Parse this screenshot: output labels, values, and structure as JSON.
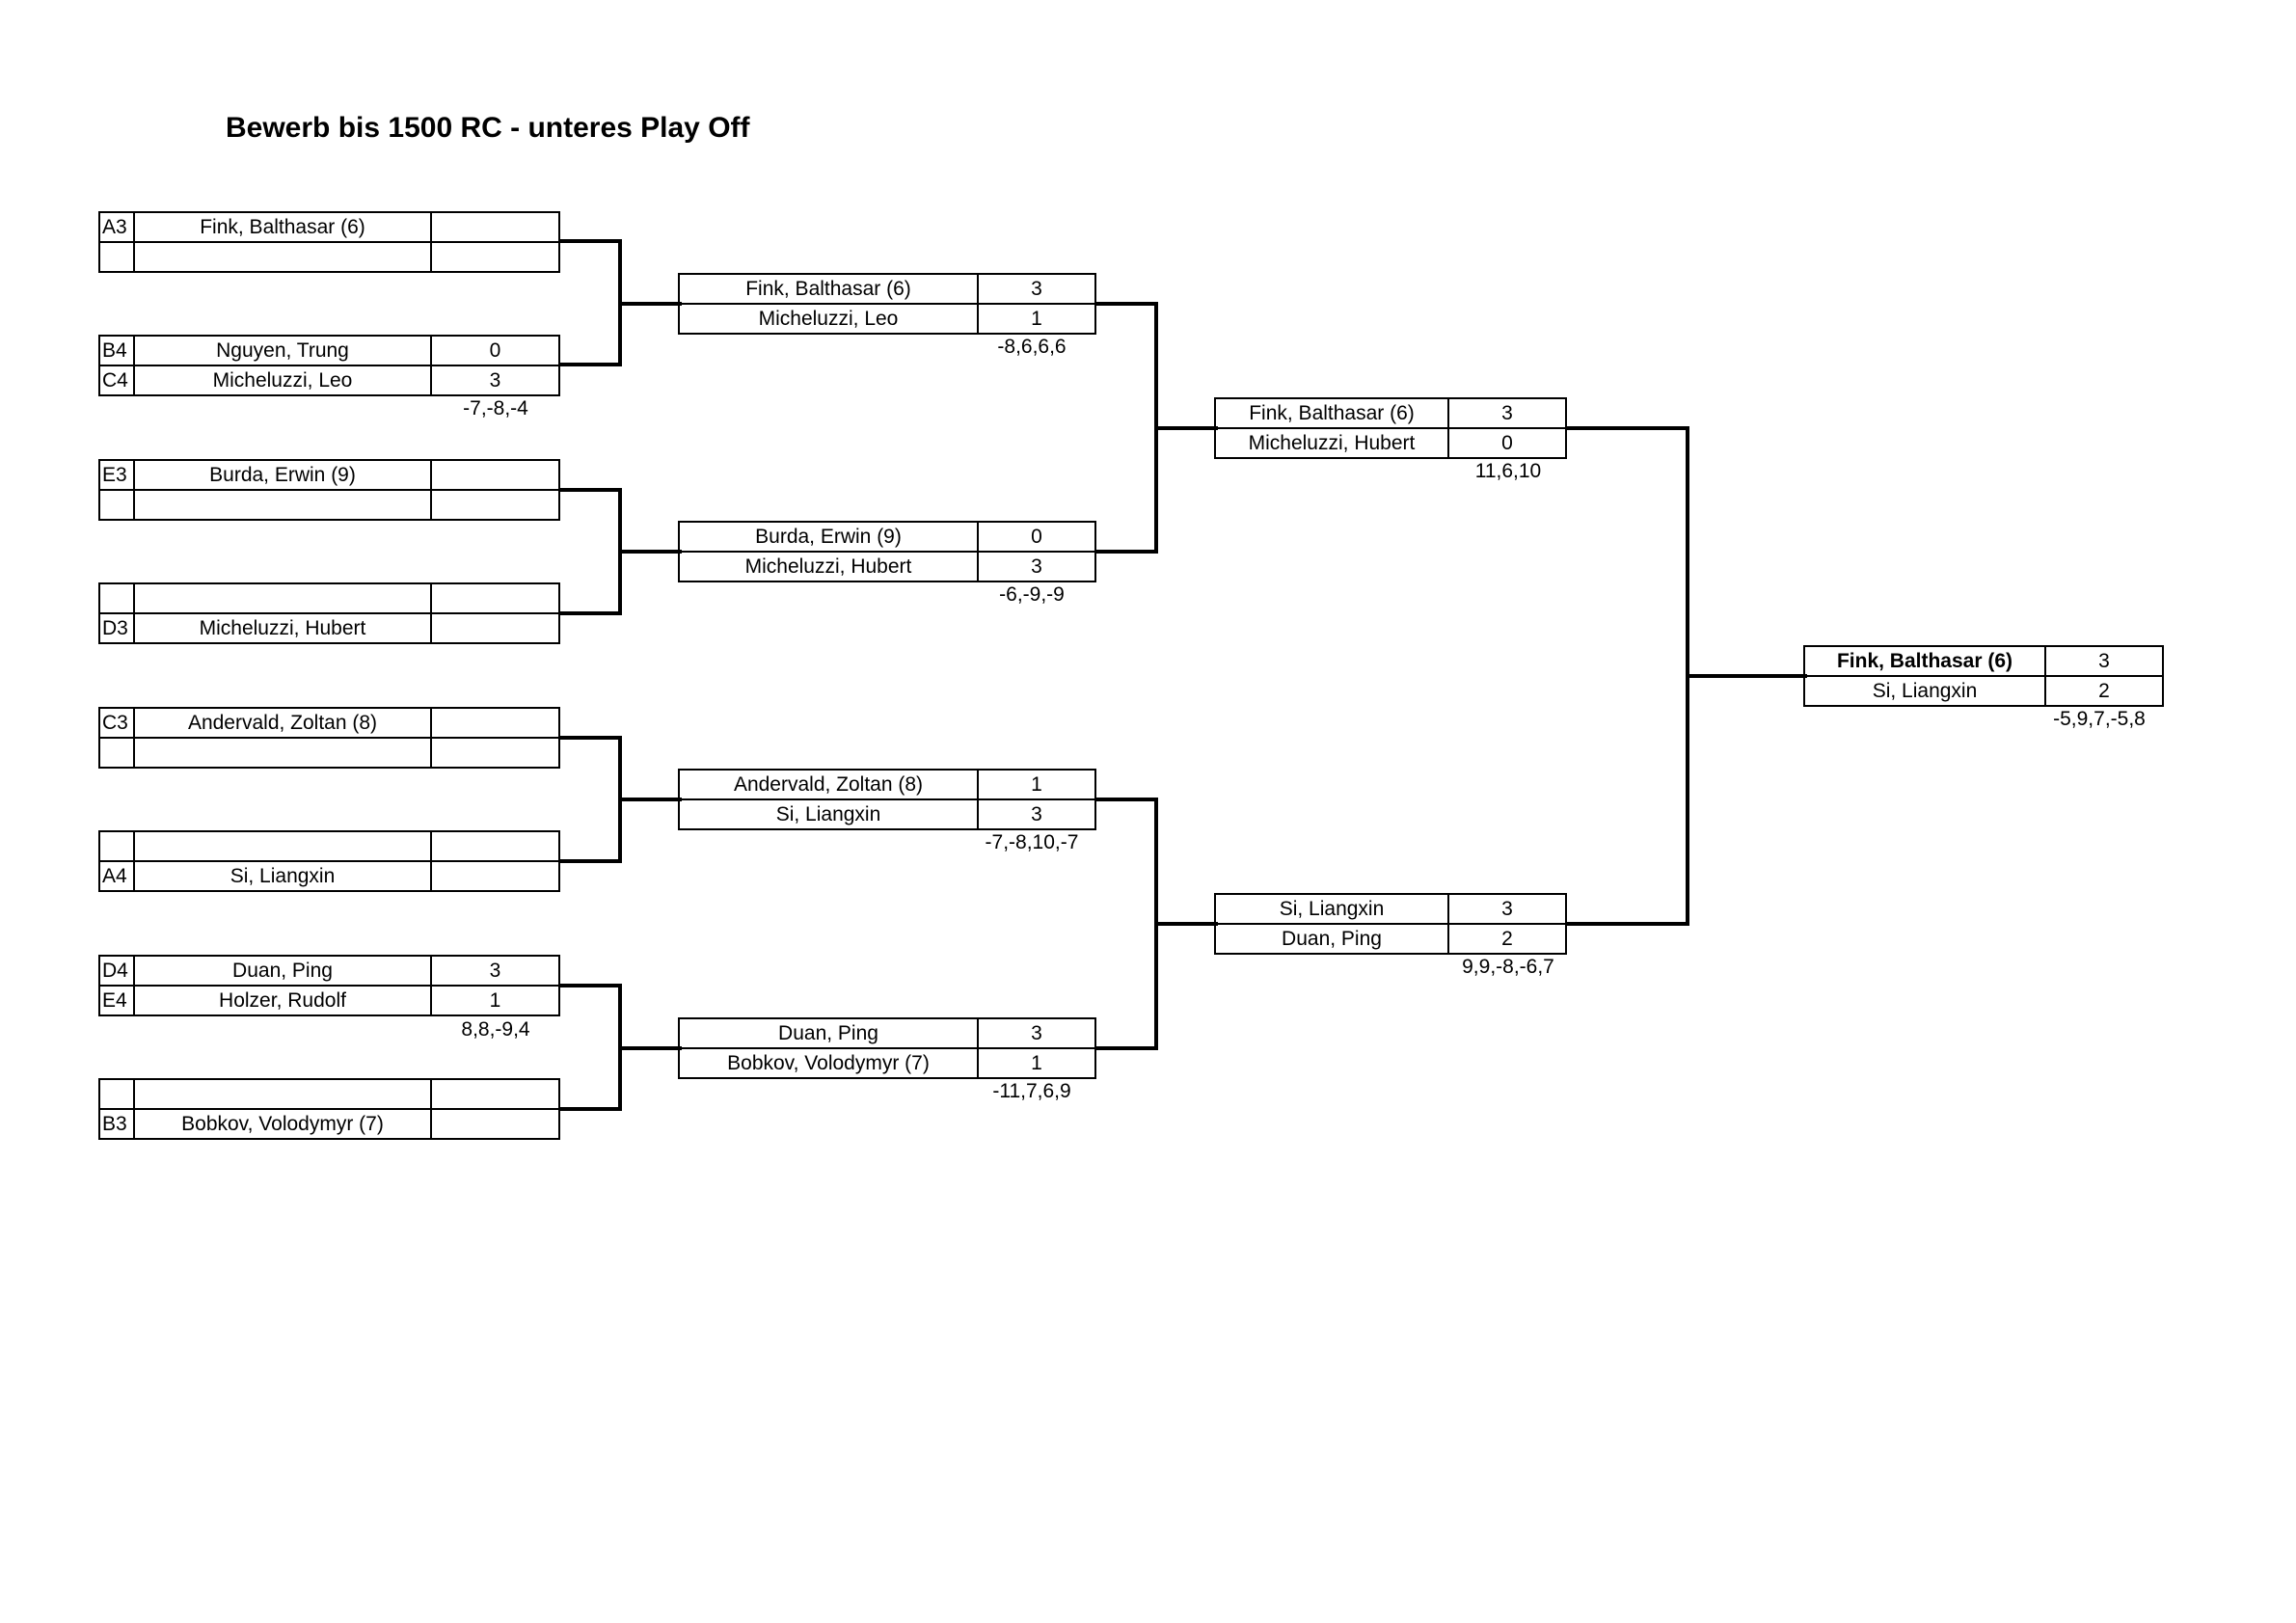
{
  "title": "Bewerb bis 1500 RC - unteres Play Off",
  "round1": [
    {
      "p1": {
        "seed": "A3",
        "name": "Fink, Balthasar (6)",
        "score": ""
      },
      "p2": {
        "seed": "",
        "name": "",
        "score": ""
      },
      "sets": ""
    },
    {
      "p1": {
        "seed": "B4",
        "name": "Nguyen, Trung",
        "score": "0"
      },
      "p2": {
        "seed": "C4",
        "name": "Micheluzzi, Leo",
        "score": "3"
      },
      "sets": "-7,-8,-4"
    },
    {
      "p1": {
        "seed": "E3",
        "name": "Burda, Erwin (9)",
        "score": ""
      },
      "p2": {
        "seed": "",
        "name": "",
        "score": ""
      },
      "sets": ""
    },
    {
      "p1": {
        "seed": "",
        "name": "",
        "score": ""
      },
      "p2": {
        "seed": "D3",
        "name": "Micheluzzi, Hubert",
        "score": ""
      },
      "sets": ""
    },
    {
      "p1": {
        "seed": "C3",
        "name": "Andervald, Zoltan (8)",
        "score": ""
      },
      "p2": {
        "seed": "",
        "name": "",
        "score": ""
      },
      "sets": ""
    },
    {
      "p1": {
        "seed": "",
        "name": "",
        "score": ""
      },
      "p2": {
        "seed": "A4",
        "name": "Si, Liangxin",
        "score": ""
      },
      "sets": ""
    },
    {
      "p1": {
        "seed": "D4",
        "name": "Duan, Ping",
        "score": "3"
      },
      "p2": {
        "seed": "E4",
        "name": "Holzer, Rudolf",
        "score": "1"
      },
      "sets": "8,8,-9,4"
    },
    {
      "p1": {
        "seed": "",
        "name": "",
        "score": ""
      },
      "p2": {
        "seed": "B3",
        "name": "Bobkov, Volodymyr (7)",
        "score": ""
      },
      "sets": ""
    }
  ],
  "round2": [
    {
      "p1": {
        "name": "Fink, Balthasar (6)",
        "score": "3"
      },
      "p2": {
        "name": "Micheluzzi, Leo",
        "score": "1"
      },
      "sets": "-8,6,6,6"
    },
    {
      "p1": {
        "name": "Burda, Erwin (9)",
        "score": "0"
      },
      "p2": {
        "name": "Micheluzzi, Hubert",
        "score": "3"
      },
      "sets": "-6,-9,-9"
    },
    {
      "p1": {
        "name": "Andervald, Zoltan (8)",
        "score": "1"
      },
      "p2": {
        "name": "Si, Liangxin",
        "score": "3"
      },
      "sets": "-7,-8,10,-7"
    },
    {
      "p1": {
        "name": "Duan, Ping",
        "score": "3"
      },
      "p2": {
        "name": "Bobkov, Volodymyr (7)",
        "score": "1"
      },
      "sets": "-11,7,6,9"
    }
  ],
  "round3": [
    {
      "p1": {
        "name": "Fink, Balthasar (6)",
        "score": "3"
      },
      "p2": {
        "name": "Micheluzzi, Hubert",
        "score": "0"
      },
      "sets": "11,6,10"
    },
    {
      "p1": {
        "name": "Si, Liangxin",
        "score": "3"
      },
      "p2": {
        "name": "Duan, Ping",
        "score": "2"
      },
      "sets": "9,9,-8,-6,7"
    }
  ],
  "final": {
    "p1": {
      "name": "Fink, Balthasar (6)",
      "score": "3"
    },
    "p2": {
      "name": "Si, Liangxin",
      "score": "2"
    },
    "sets": "-5,9,7,-5,8"
  }
}
